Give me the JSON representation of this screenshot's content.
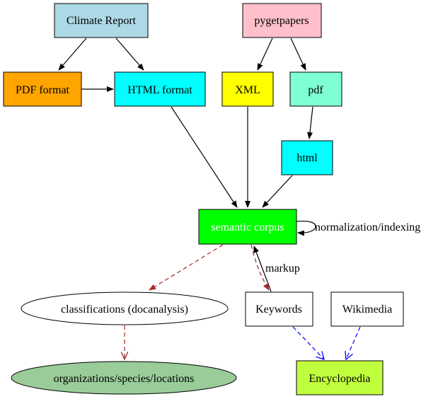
{
  "nodes": {
    "climate_report": {
      "label": "Climate Report",
      "fill": "#add8e6",
      "text_color": "#000000"
    },
    "pygetpapers": {
      "label": "pygetpapers",
      "fill": "#ffc0cb",
      "text_color": "#000000"
    },
    "pdf_format": {
      "label": "PDF format",
      "fill": "#ffa500",
      "text_color": "#000000"
    },
    "html_format": {
      "label": "HTML format",
      "fill": "#00ffff",
      "text_color": "#000000"
    },
    "xml": {
      "label": "XML",
      "fill": "#ffff00",
      "text_color": "#000000"
    },
    "pdf": {
      "label": "pdf",
      "fill": "#7fffd4",
      "text_color": "#000000"
    },
    "html": {
      "label": "html",
      "fill": "#00ffff",
      "text_color": "#000000"
    },
    "semantic_corpus": {
      "label": "semantic corpus",
      "fill": "#00ff00",
      "text_color": "#ffffff"
    },
    "classifications": {
      "label": "classifications (docanalysis)",
      "fill": "#ffffff",
      "text_color": "#000000"
    },
    "keywords": {
      "label": "Keywords",
      "fill": "#ffffff",
      "text_color": "#000000"
    },
    "wikimedia": {
      "label": "Wikimedia",
      "fill": "#ffffff",
      "text_color": "#000000"
    },
    "organizations": {
      "label": "organizations/species/locations",
      "fill": "#99cc99",
      "text_color": "#000000"
    },
    "encyclopedia": {
      "label": "Encyclopedia",
      "fill": "#c0ff3e",
      "text_color": "#000000"
    }
  },
  "edge_labels": {
    "normalization": "normalization/indexing",
    "markup": "markup"
  },
  "colors": {
    "solid_edge": "#000000",
    "brown_dashed_edge": "#a52a2a",
    "blue_dashed_edge": "#0000ff"
  }
}
